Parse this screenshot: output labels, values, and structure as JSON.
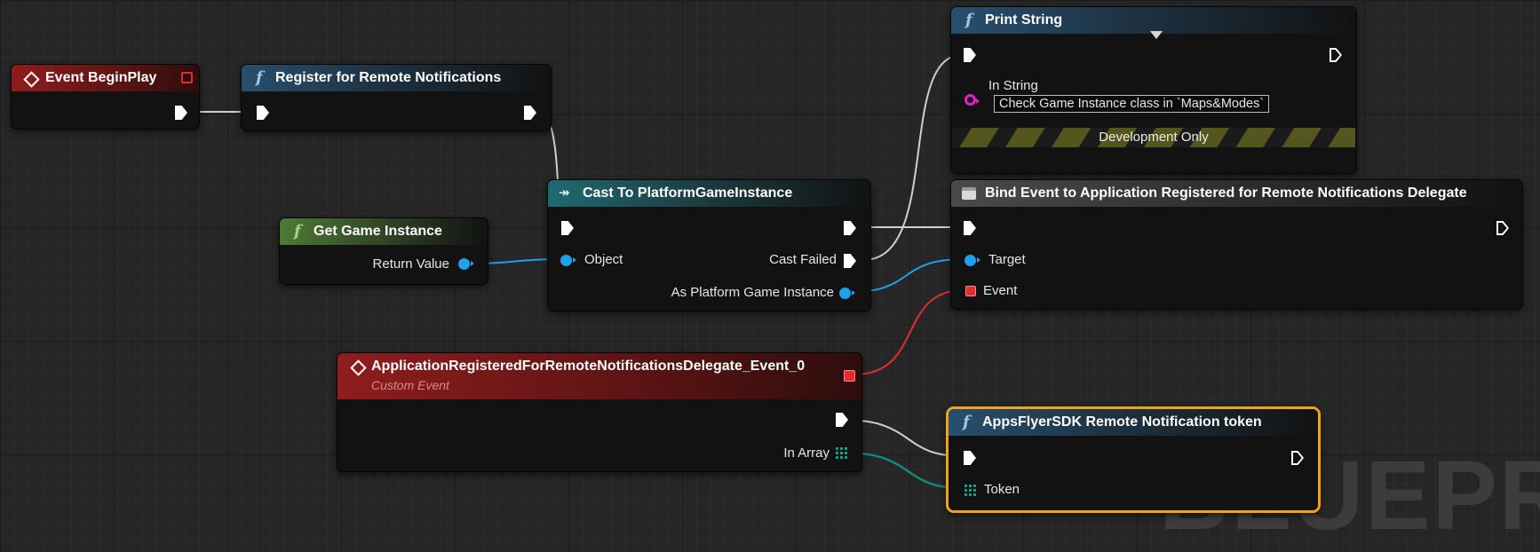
{
  "watermark": "BLUEPRI",
  "nodes": {
    "begin_play": {
      "title": "Event BeginPlay"
    },
    "register": {
      "title": "Register for Remote Notifications"
    },
    "get_game_instance": {
      "title": "Get Game Instance",
      "return_value": "Return Value"
    },
    "cast": {
      "title": "Cast To PlatformGameInstance",
      "object": "Object",
      "cast_failed": "Cast Failed",
      "as_instance": "As Platform Game Instance"
    },
    "print_string": {
      "title": "Print String",
      "in_string_label": "In String",
      "in_string_value": "Check Game Instance class in `Maps&Modes`",
      "dev_only": "Development Only"
    },
    "bind_event": {
      "title": "Bind Event to Application Registered for Remote Notifications Delegate",
      "target": "Target",
      "event": "Event"
    },
    "custom_event": {
      "title": "ApplicationRegisteredForRemoteNotificationsDelegate_Event_0",
      "subtitle": "Custom Event",
      "in_array": "In Array"
    },
    "appsflyer": {
      "title": "AppsFlyerSDK Remote Notification token",
      "token": "Token"
    }
  },
  "colors": {
    "exec_wire": "#cfcfcf",
    "object_wire": "#1fa0e8",
    "delegate_wire": "#e02d2d",
    "array_wire": "#0e8a7a",
    "selection": "#f0a21a"
  },
  "icons": {
    "function": "function-f-icon",
    "event": "event-diamond-icon",
    "cast": "cast-arrow-icon",
    "bind": "bind-event-icon"
  }
}
